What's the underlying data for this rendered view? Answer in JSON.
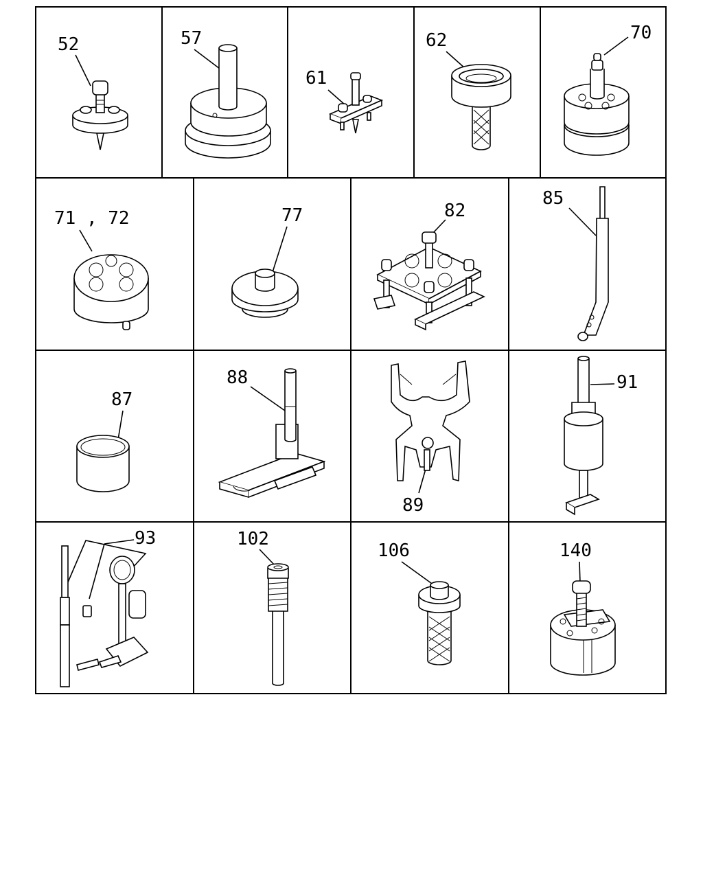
{
  "parts": [
    {
      "id": "52",
      "label": "52",
      "tool": "puller-with-center-bolt"
    },
    {
      "id": "57",
      "label": "57",
      "tool": "installer-with-pilot-shaft"
    },
    {
      "id": "61",
      "label": "61",
      "tool": "bridge-puller"
    },
    {
      "id": "62",
      "label": "62",
      "tool": "sleeve-with-knurled-handle"
    },
    {
      "id": "70",
      "label": "70",
      "tool": "stepped-installer-with-nut"
    },
    {
      "id": "71-72",
      "label": "71 , 72",
      "tool": "plate-with-four-holes"
    },
    {
      "id": "77",
      "label": "77",
      "tool": "stepped-disc"
    },
    {
      "id": "82",
      "label": "82",
      "tool": "compressor-frame"
    },
    {
      "id": "85",
      "label": "85",
      "tool": "bent-lever"
    },
    {
      "id": "87",
      "label": "87",
      "tool": "ring"
    },
    {
      "id": "88",
      "label": "88",
      "tool": "holder-base-with-shaft"
    },
    {
      "id": "89",
      "label": "89",
      "tool": "ring-pliers"
    },
    {
      "id": "91",
      "label": "91",
      "tool": "slide-hammer"
    },
    {
      "id": "93",
      "label": "93",
      "tool": "gauge-set"
    },
    {
      "id": "102",
      "label": "102",
      "tool": "threaded-rod"
    },
    {
      "id": "106",
      "label": "106",
      "tool": "knurled-adapter"
    },
    {
      "id": "140",
      "label": "140",
      "tool": "split-collet-puller"
    }
  ]
}
